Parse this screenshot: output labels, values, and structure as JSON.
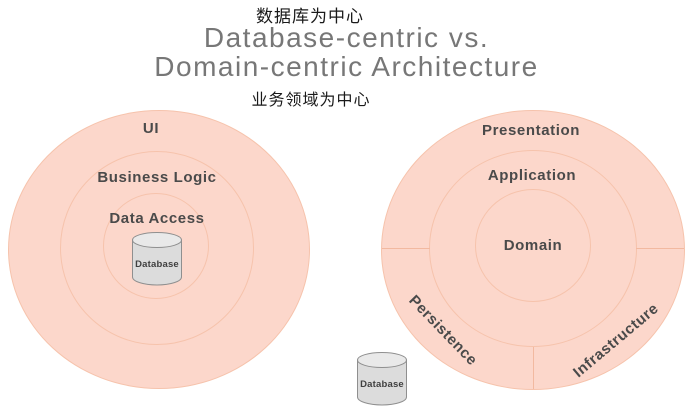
{
  "page": {
    "annotation_top": "数据库为中心",
    "title_line1": "Database-centric vs.",
    "title_line2": "Domain-centric Architecture",
    "annotation_bottom": "业务领域为中心"
  },
  "left_diagram": {
    "name": "database-centric architecture",
    "type": "concentric-circles",
    "layers": [
      {
        "label": "UI"
      },
      {
        "label": "Business Logic"
      },
      {
        "label": "Data Access"
      }
    ],
    "center_item": {
      "label": "Database",
      "shape": "database-cylinder"
    }
  },
  "right_diagram": {
    "name": "domain-centric architecture",
    "type": "concentric-circles-with-sectors",
    "layers": [
      {
        "label": "Presentation"
      },
      {
        "label": "Application"
      },
      {
        "label": "Domain"
      }
    ],
    "sectors": [
      {
        "label": "Persistence"
      },
      {
        "label": "Infrastructure"
      }
    ],
    "external_item": {
      "label": "Database",
      "shape": "database-cylinder"
    }
  },
  "colors": {
    "ring_fill": "#fcd7cb",
    "ring_line": "#f6c3ac",
    "label_text": "#4a4a4a",
    "title_text": "#777777",
    "annotation_text": "#1a1a1a",
    "cylinder_fill": "#dcdcdc",
    "cylinder_top_fill": "#e9e9e9",
    "cylinder_stroke": "#8f8f8f"
  }
}
